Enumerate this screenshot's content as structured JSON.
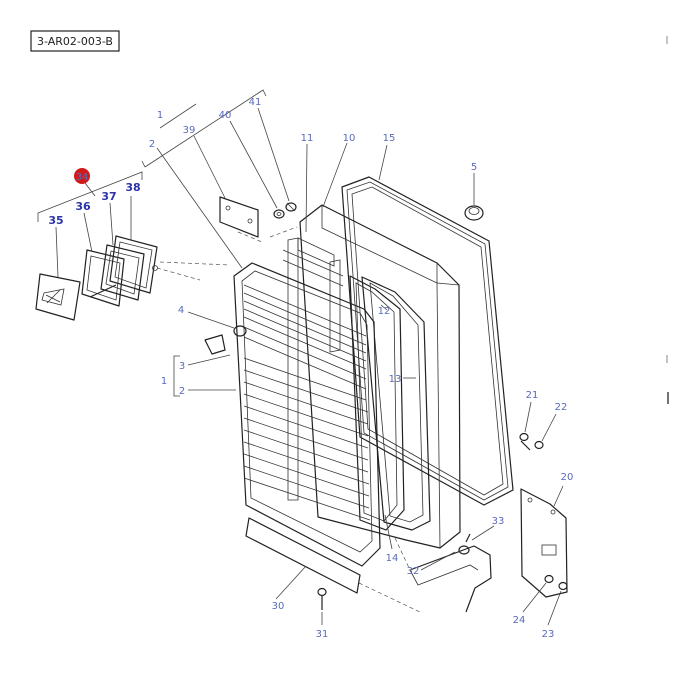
{
  "diagram_code": "3-AR02-003-B",
  "highlight_color": "#d11a1a",
  "label_color": "#5a6ab8",
  "labels": {
    "n1_top": "1",
    "n2_top": "2",
    "n39": "39",
    "n40": "40",
    "n41": "41",
    "n11": "11",
    "n10": "10",
    "n15": "15",
    "n5": "5",
    "n34": "34",
    "n35": "35",
    "n36": "36",
    "n37": "37",
    "n38": "38",
    "n4": "4",
    "n12": "12",
    "n3": "3",
    "n1_mid": "1",
    "n2_mid": "2",
    "n13": "13",
    "n21": "21",
    "n22": "22",
    "n20": "20",
    "n33": "33",
    "n14": "14",
    "n32": "32",
    "n30": "30",
    "n31": "31",
    "n24": "24",
    "n23": "23"
  }
}
